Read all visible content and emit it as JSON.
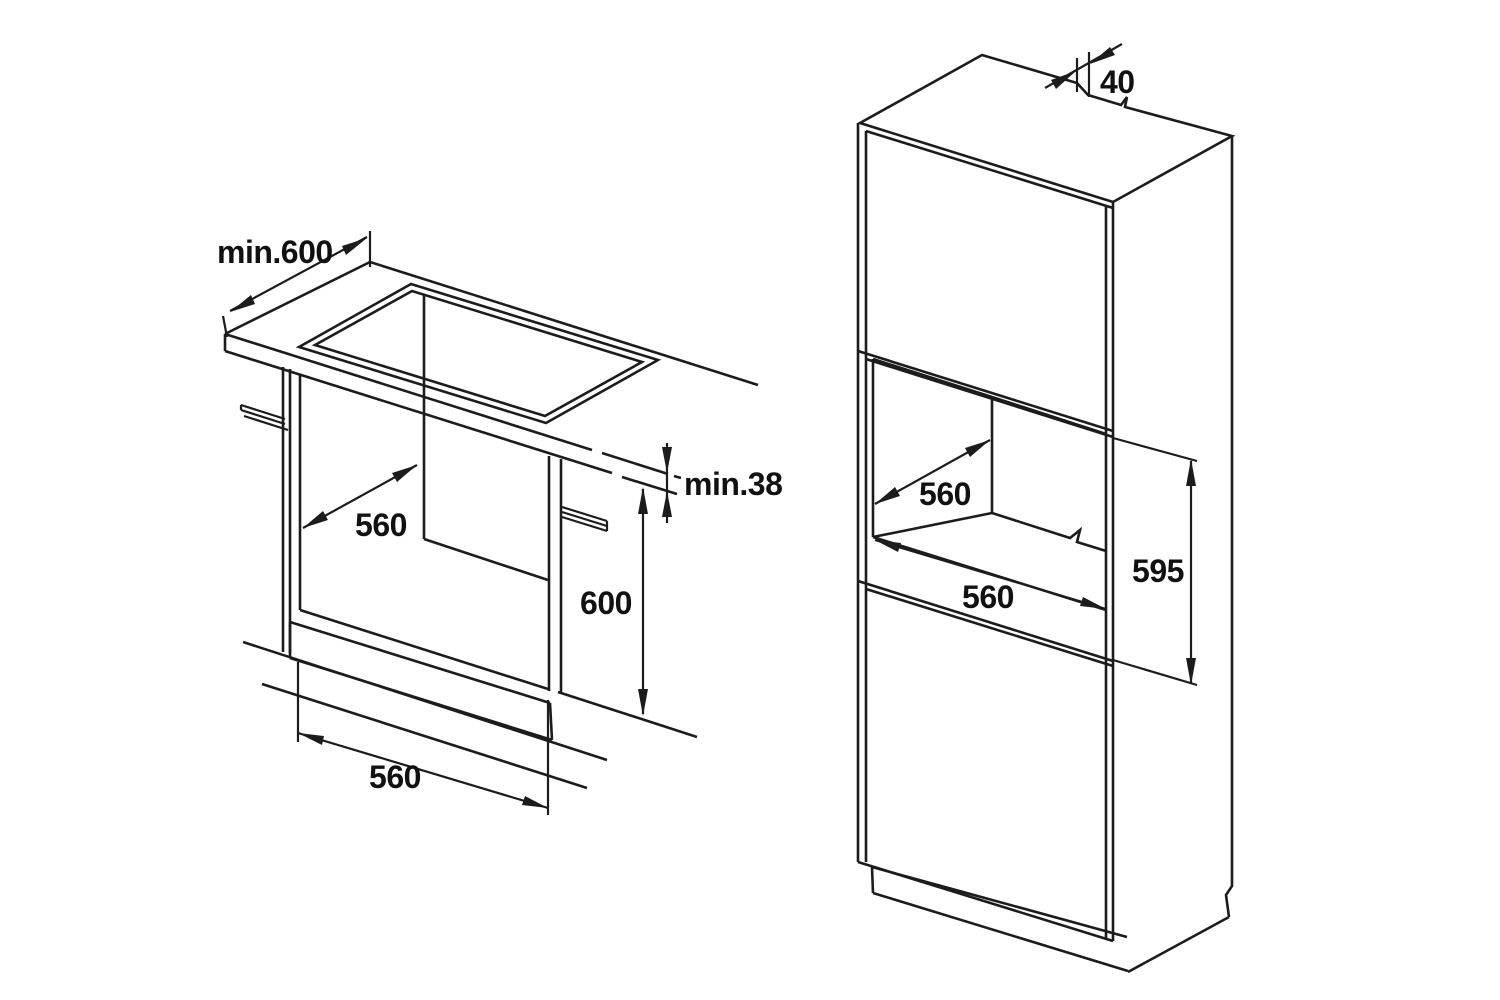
{
  "title": "built-in-oven-installation-dimensions",
  "colors": {
    "line": "#1c1c1c",
    "text": "#111111",
    "background": "#ffffff"
  },
  "base_unit": {
    "worktop_depth": "min.600",
    "niche_depth": "560",
    "worktop_thickness": "min.38",
    "niche_height": "600",
    "niche_width": "560"
  },
  "tall_unit": {
    "rear_gap": "40",
    "niche_depth": "560",
    "niche_width": "560",
    "niche_height": "595"
  }
}
